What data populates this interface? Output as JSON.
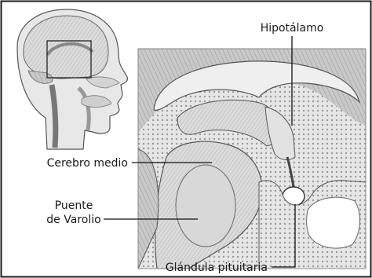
{
  "labels": {
    "hypothalamus": "Hipotálamo",
    "midbrain": "Cerebro medio",
    "pons_line1": "Puente",
    "pons_line2": "de Varolio",
    "pituitary": "Glándula pituitaria"
  },
  "colors": {
    "frame": "#1c1c1c",
    "tissue_light": "#eeeeee",
    "tissue_mid": "#c7c7c7",
    "tissue_dark": "#777777",
    "background": "#ffffff"
  }
}
